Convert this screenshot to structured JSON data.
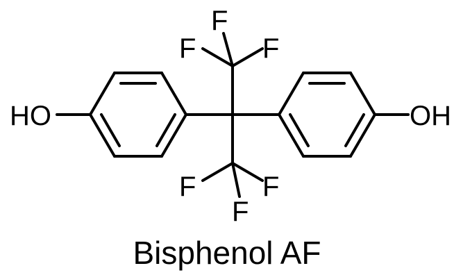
{
  "molecule": {
    "name": "Bisphenol AF",
    "atoms": {
      "hydroxyl_left": "HO",
      "hydroxyl_right": "OH",
      "fluorines_top": [
        "F",
        "F",
        "F"
      ],
      "fluorines_bottom": [
        "F",
        "F",
        "F"
      ]
    }
  },
  "colors": {
    "bond": "#000000",
    "text": "#000000",
    "background": "#ffffff"
  }
}
